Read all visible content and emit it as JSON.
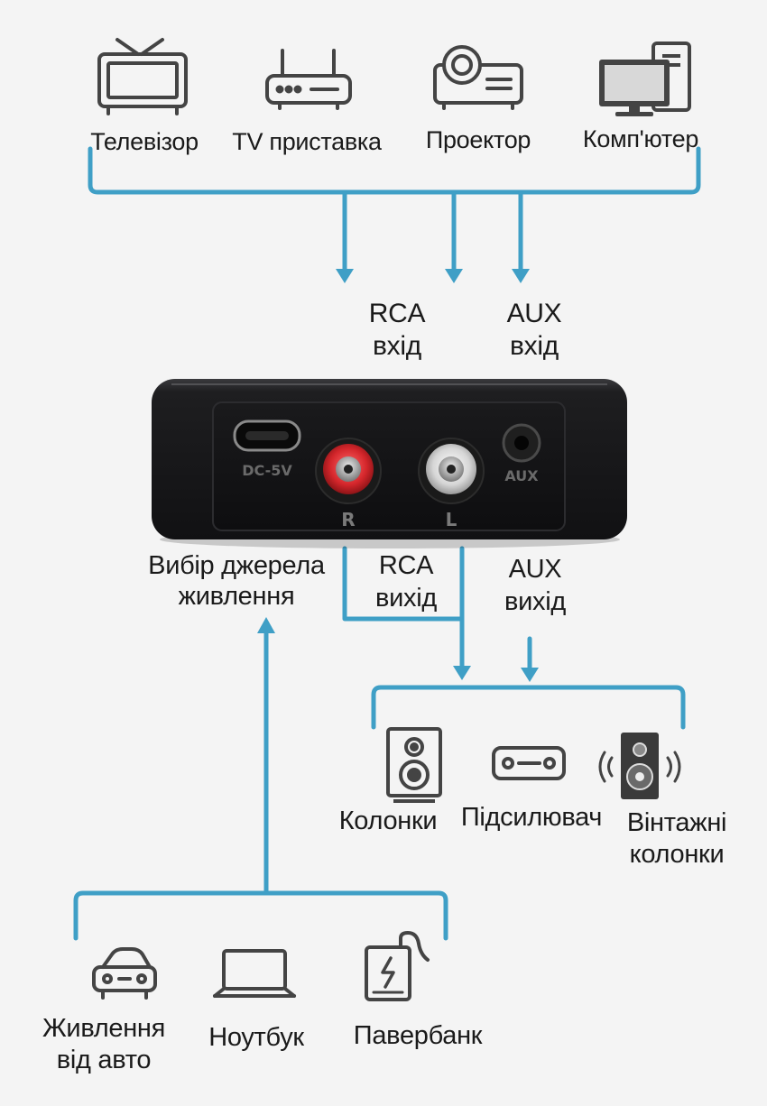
{
  "sources": {
    "tv": "Телевізор",
    "tv_box": "TV приставка",
    "projector": "Проектор",
    "computer": "Комп'ютер"
  },
  "inputs": {
    "rca": [
      "RCA",
      "вхід"
    ],
    "aux": [
      "AUX",
      "вхід"
    ]
  },
  "device": {
    "dc_port": "DC-5V",
    "right_channel": "R",
    "left_channel": "L",
    "aux_port": "AUX"
  },
  "outputs": {
    "power_select": [
      "Вибір джерела",
      "живлення"
    ],
    "rca": [
      "RCA",
      "вихід"
    ],
    "aux": [
      "AUX",
      "вихід"
    ]
  },
  "sinks": {
    "speakers": "Колонки",
    "amplifier": "Підсилювач",
    "vintage": [
      "Вінтажні",
      "колонки"
    ]
  },
  "power": {
    "car": [
      "Живлення",
      "від  авто"
    ],
    "laptop": "Ноутбук",
    "powerbank": "Павербанк"
  },
  "colors": {
    "line": "#3f9fc6",
    "icon": "#444444",
    "device_body": "#1c1c1e",
    "rca_red": "#d4262b",
    "rca_white": "#e8e8e8"
  }
}
